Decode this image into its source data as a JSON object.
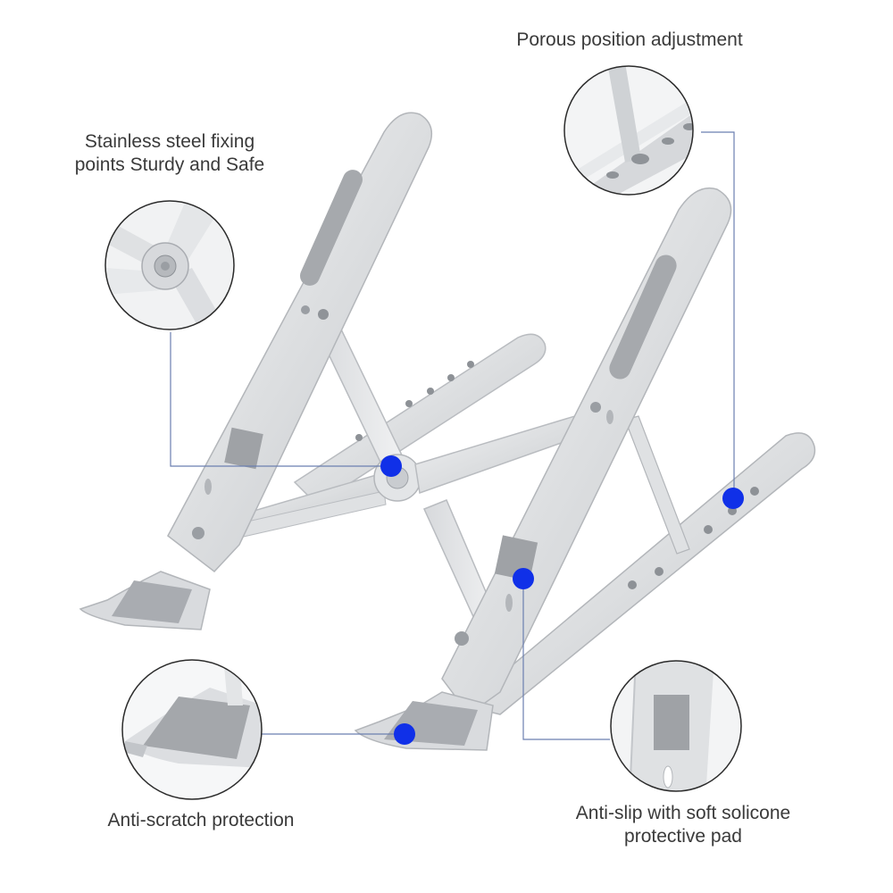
{
  "callouts": {
    "porous": {
      "line1": "Porous position adjustment"
    },
    "stainless": {
      "line1": "Stainless steel fixing",
      "line2": "points Sturdy and Safe"
    },
    "scratch": {
      "line1": "Anti-scratch protection"
    },
    "antislip": {
      "line1": "Anti-slip with soft solicone",
      "line2": "protective pad"
    }
  },
  "colors": {
    "marker": "#1030e8",
    "leader": "#6b7fb0",
    "metal_light": "#e9eaec",
    "metal_mid": "#cfd1d4",
    "metal_dark": "#a9acb1",
    "pad": "#9fa2a6"
  }
}
